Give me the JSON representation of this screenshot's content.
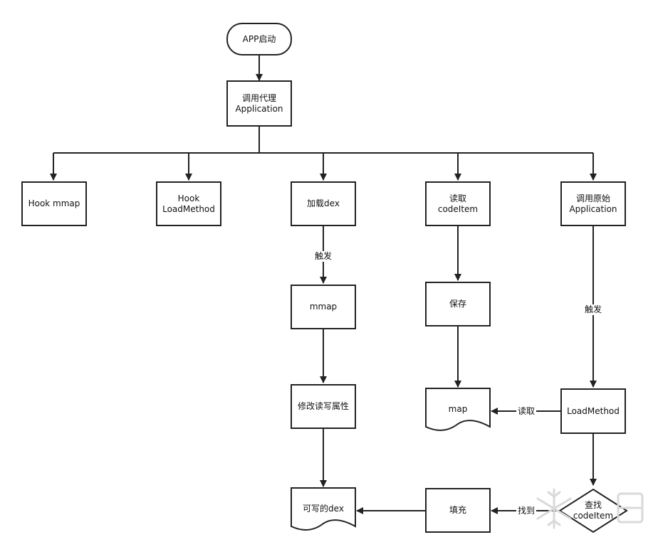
{
  "nodes": {
    "app_start": "APP启动",
    "proxy_app": "调用代理\nApplication",
    "hook_mmap": "Hook mmap",
    "hook_loadmethod": "Hook\nLoadMethod",
    "load_dex": "加载dex",
    "read_codeitem": "读取\ncodeItem",
    "call_orig_app": "调用原始\nApplication",
    "mmap": "mmap",
    "save": "保存",
    "modify_rw": "修改读写属性",
    "map": "map",
    "loadmethod": "LoadMethod",
    "writable_dex": "可写的dex",
    "fill": "填充",
    "find_codeitem": "查找\ncodeItem"
  },
  "edge_labels": {
    "trigger_left": "触发",
    "trigger_right": "触发",
    "read": "读取",
    "found": "找到"
  },
  "colors": {
    "stroke": "#222222",
    "background": "#ffffff",
    "watermark": "#d9d9d9"
  },
  "watermark_icon": "snowflake-icon"
}
